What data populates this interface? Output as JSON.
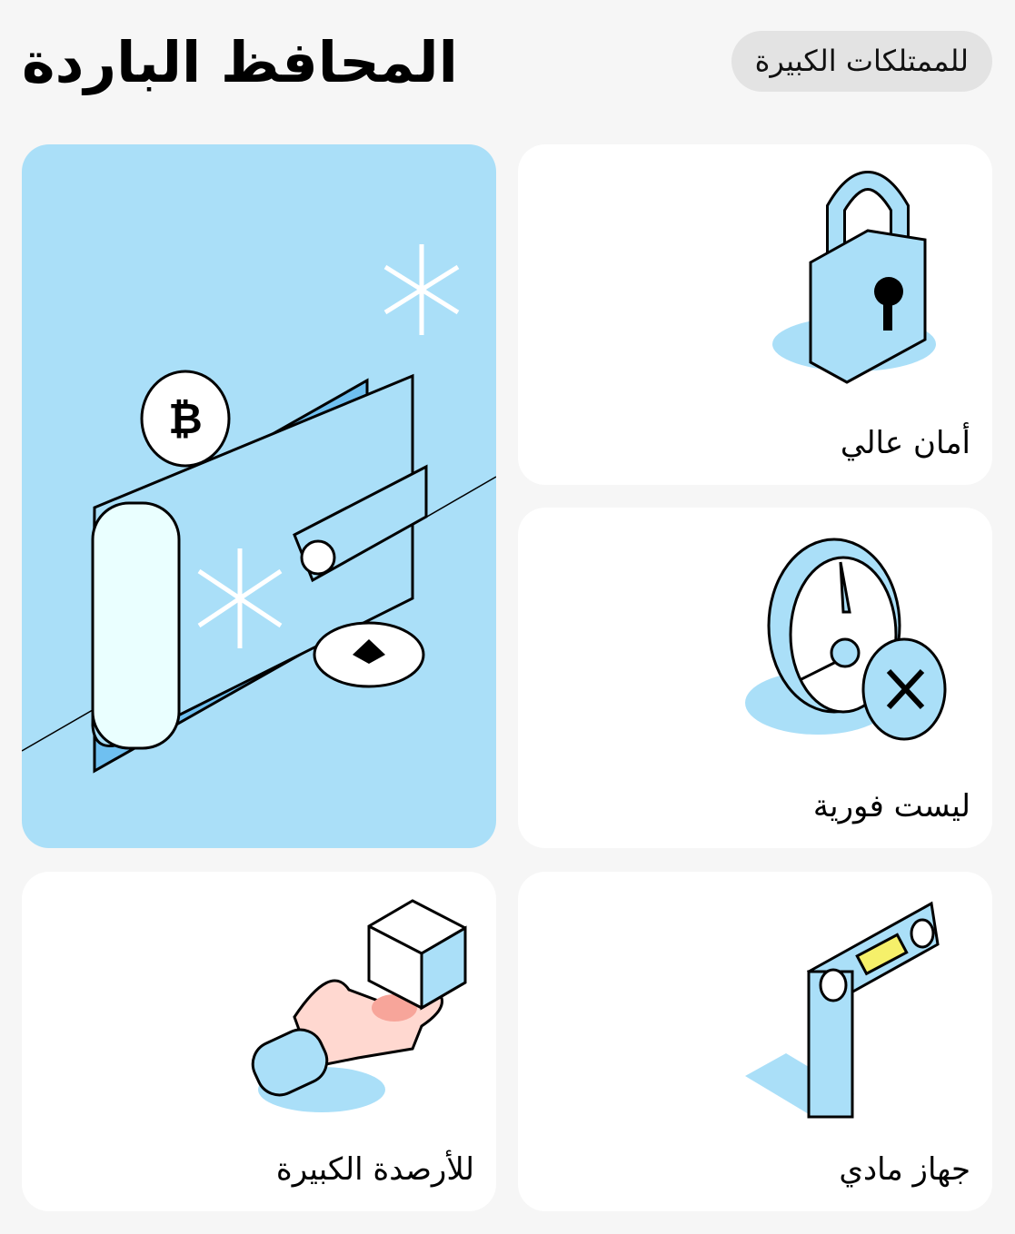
{
  "header": {
    "title": "المحافظ الباردة",
    "badge": "للممتلكات الكبيرة"
  },
  "cards": [
    {
      "label": "أمان عالي",
      "icon": "padlock-icon"
    },
    {
      "label": "ليست فورية",
      "icon": "stopwatch-icon"
    },
    {
      "label": "للأرصدة الكبيرة",
      "icon": "hand-cube-icon"
    },
    {
      "label": "جهاز مادي",
      "icon": "hardware-device-icon"
    }
  ],
  "hero": {
    "icon": "cold-wallet-icon"
  },
  "colors": {
    "background": "#f6f6f6",
    "accent": "#aadff8",
    "accent_dark": "#6fc0f0",
    "badge": "#e3e3e3",
    "screen": "#f5f06a"
  }
}
